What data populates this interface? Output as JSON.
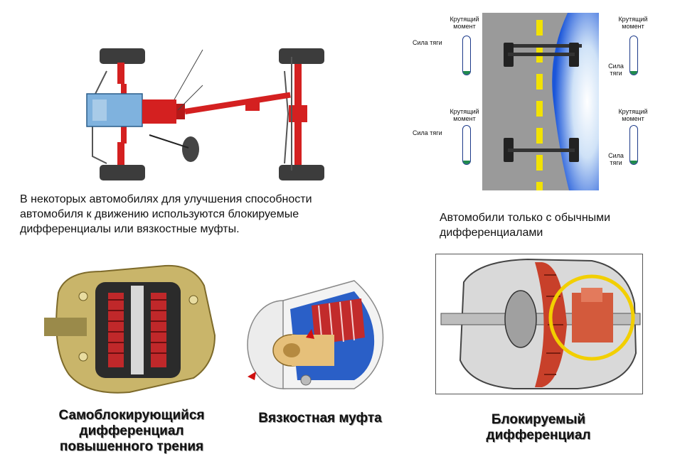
{
  "top_left_caption": {
    "line1": "В некоторых автомобилях для улучшения способности",
    "line2": "автомобиля к движению используются блокируемые",
    "line3": "дифференциалы или вязкостные муфты."
  },
  "top_right_caption": {
    "line1": "Автомобили только с обычными",
    "line2": "дифференциалами"
  },
  "road_labels": {
    "torque": "Крутящий момент",
    "traction": "Сила тяги"
  },
  "bottom_captions": {
    "self_locking": {
      "line1": "Самоблокирующийся",
      "line2": "дифференциал",
      "line3": "повышенного трения"
    },
    "viscous": "Вязкостная муфта",
    "locking": {
      "line1": "Блокируемый",
      "line2": "дифференциал"
    }
  }
}
